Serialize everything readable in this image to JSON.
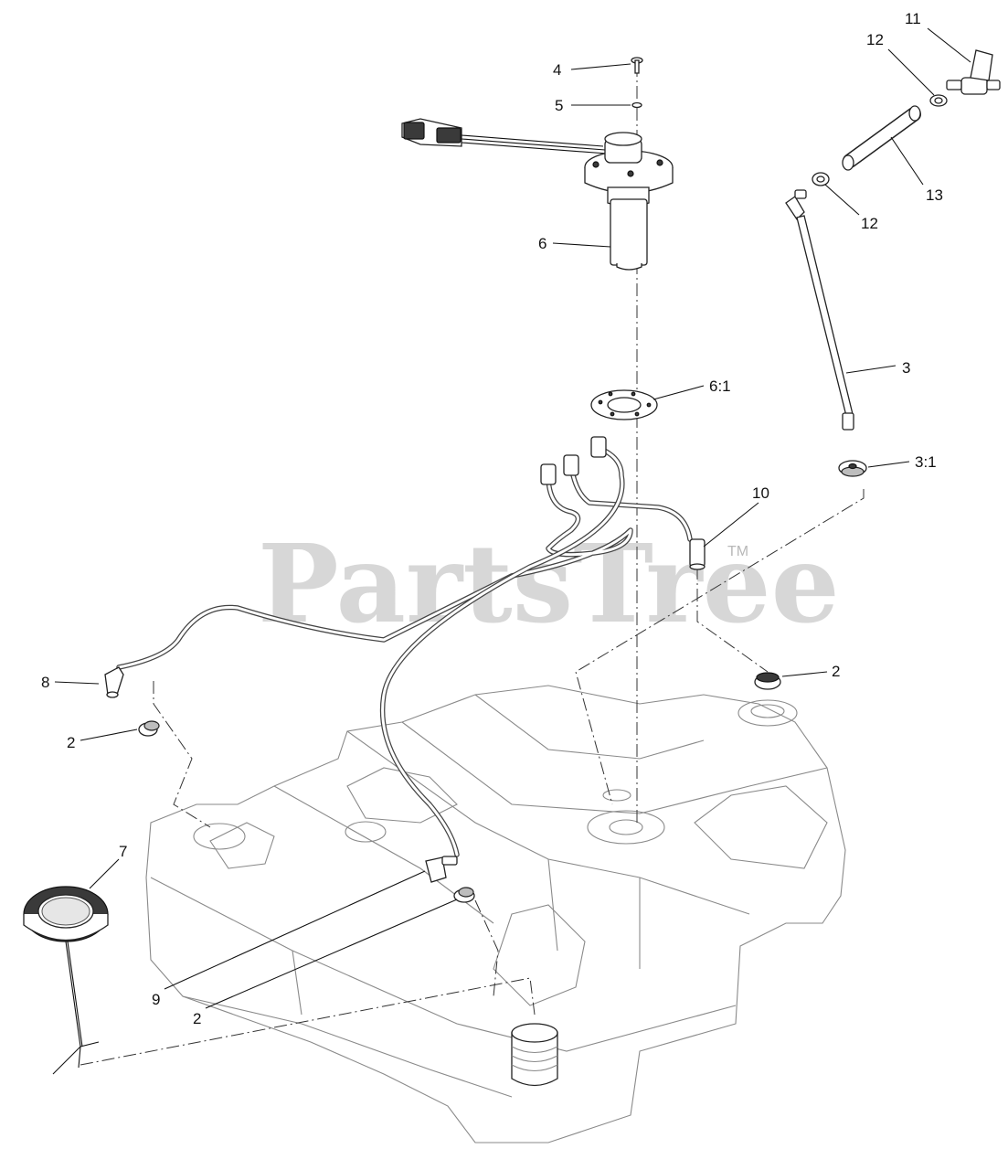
{
  "watermark": {
    "text": "PartsTree",
    "trademark": "TM"
  },
  "callouts": {
    "c4": "4",
    "c5": "5",
    "c6": "6",
    "c6_1": "6:1",
    "c11": "11",
    "c12a": "12",
    "c12b": "12",
    "c13": "13",
    "c3": "3",
    "c3_1": "3:1",
    "c10": "10",
    "c2a": "2",
    "c2b": "2",
    "c2c": "2",
    "c8": "8",
    "c7": "7",
    "c9": "9"
  }
}
